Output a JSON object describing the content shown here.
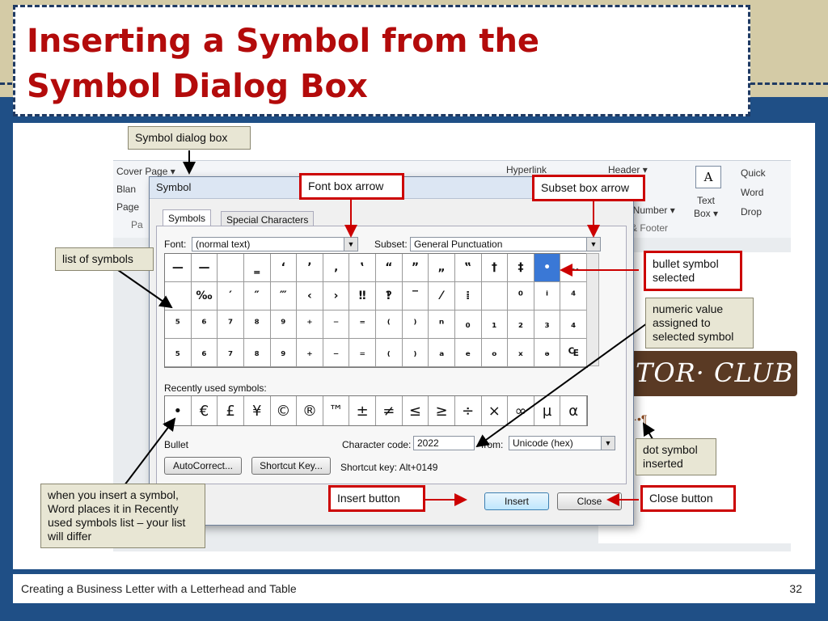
{
  "slide": {
    "title_line1": "Inserting a Symbol from the",
    "title_line2": "Symbol Dialog Box",
    "footer_text": "Creating a Business Letter with a Letterhead and Table",
    "page_number": "32"
  },
  "ribbon": {
    "cover_page": "Cover Page ▾",
    "blank_page": "Blan",
    "page_break": "Page",
    "pages_group": "Pa",
    "hyperlink": "Hyperlink",
    "header": "Header ▾",
    "page_number": "ge Number ▾",
    "header_footer_group": "er & Footer",
    "text_box_line1": "Text",
    "text_box_line2": "Box ▾",
    "quick": "Quick",
    "wordart": "Word",
    "dropcap": "Drop"
  },
  "document": {
    "banner_text": "TOR· CLUB",
    "inserted_text": "877·•¶"
  },
  "dialog": {
    "title": "Symbol",
    "tabs": [
      "Symbols",
      "Special Characters"
    ],
    "font_label": "Font:",
    "font_value": "(normal text)",
    "subset_label": "Subset:",
    "subset_value": "General Punctuation",
    "symbol_grid": [
      "—",
      "—",
      "",
      "‗",
      "‘",
      "’",
      "‚",
      "‛",
      "“",
      "”",
      "„",
      "‟",
      "†",
      "‡",
      "•",
      "…",
      "",
      "‰",
      "′",
      "″",
      "‴",
      "‹",
      "›",
      "‼",
      "‽",
      "‾",
      "⁄",
      "⁞",
      "",
      "⁰",
      "ⁱ",
      "⁴",
      "⁵",
      "⁶",
      "⁷",
      "⁸",
      "⁹",
      "⁺",
      "⁻",
      "⁼",
      "⁽",
      "⁾",
      "ⁿ",
      "₀",
      "₁",
      "₂",
      "₃",
      "₄",
      "₅",
      "₆",
      "₇",
      "₈",
      "₉",
      "₊",
      "₋",
      "₌",
      "₍",
      "₎",
      "ₐ",
      "ₑ",
      "ₒ",
      "ₓ",
      "ₔ",
      "₠"
    ],
    "recent_label": "Recently used symbols:",
    "recent_symbols": [
      "•",
      "€",
      "£",
      "¥",
      "©",
      "®",
      "™",
      "±",
      "≠",
      "≤",
      "≥",
      "÷",
      "×",
      "∞",
      "µ",
      "α"
    ],
    "char_name": "Bullet",
    "char_code_label": "Character code:",
    "char_code_value": "2022",
    "from_label": "from:",
    "from_value": "Unicode (hex)",
    "autocorrect_button": "AutoCorrect...",
    "shortcut_key_button": "Shortcut Key...",
    "shortcut_key_text": "Shortcut key: Alt+0149",
    "insert_button": "Insert",
    "close_button": "Close"
  },
  "callouts": {
    "symbol_dialog_box": "Symbol dialog box",
    "font_box_arrow": "Font box arrow",
    "subset_box_arrow": "Subset box arrow",
    "list_of_symbols": "list of symbols",
    "bullet_symbol_selected": "bullet symbol selected",
    "numeric_value": "numeric value assigned to selected symbol",
    "dot_symbol_inserted": "dot symbol inserted",
    "insert_button": "Insert button",
    "close_button": "Close button",
    "recently_used_note": "when you insert a symbol, Word places it in Recently used symbols list – your list will differ"
  },
  "colors": {
    "title_red": "#b30b0b",
    "slide_blue": "#1f4f86",
    "slide_tan": "#d4cba6",
    "callout_red": "#cc0000",
    "selected_cell": "#3a78d6"
  }
}
